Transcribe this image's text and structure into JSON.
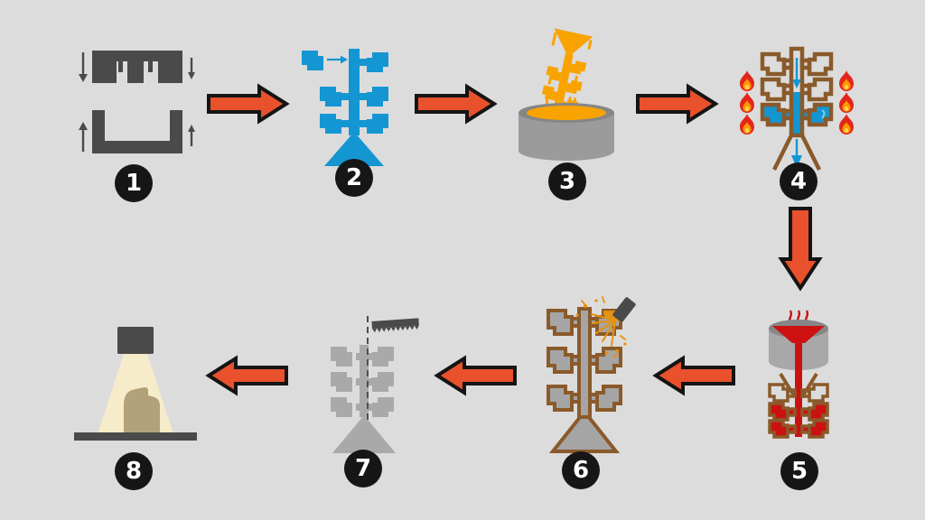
{
  "diagram": {
    "steps": [
      {
        "number": "1",
        "icon": "mold-die-icon"
      },
      {
        "number": "2",
        "icon": "wax-pattern-tree-icon"
      },
      {
        "number": "3",
        "icon": "slurry-dip-vat-icon"
      },
      {
        "number": "4",
        "icon": "burnout-dewax-flames-icon"
      },
      {
        "number": "5",
        "icon": "molten-metal-pour-icon"
      },
      {
        "number": "6",
        "icon": "shell-knockout-blast-icon"
      },
      {
        "number": "7",
        "icon": "cutoff-saw-tree-icon"
      },
      {
        "number": "8",
        "icon": "inspection-lamp-icon"
      }
    ],
    "colors": {
      "background": "#dcdcdc",
      "arrow": "#e8512c",
      "arrow_outline": "#141414",
      "badge_black": "#161616",
      "dark_gray": "#4a4a4a",
      "wax_blue": "#1496d2",
      "slurry_orange": "#f9a300",
      "spray_orange": "#e8920c",
      "shell_brown": "#8a5a2b",
      "molten_red": "#cc1111",
      "flame_red": "#e3261d",
      "flame_orange": "#ff9800",
      "flame_yellow": "#ffd34d",
      "metal_gray": "#a5a5a5",
      "tree_gray": "#a9a9a9",
      "vat_gray": "#9b9b9b",
      "vat_rim_gray": "#868686",
      "crucible_gray": "#a8a8a8",
      "light_cream": "#f7ecca",
      "part_tan": "#b2a17a"
    }
  }
}
